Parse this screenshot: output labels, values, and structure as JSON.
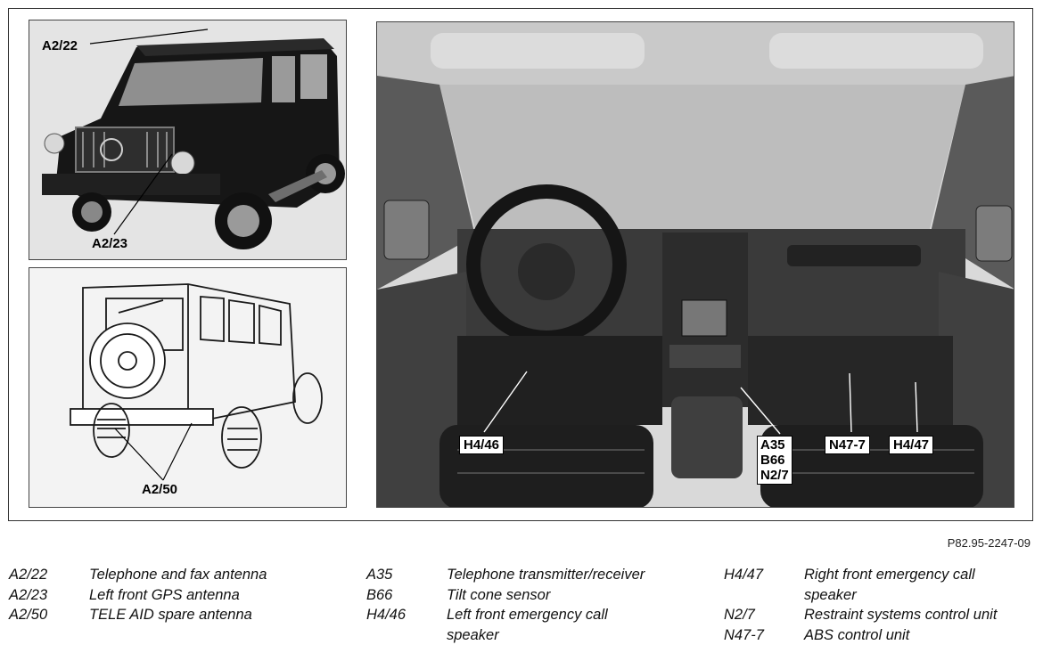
{
  "callouts": {
    "front_roof_antenna": "A2/22",
    "front_gps_antenna": "A2/23",
    "rear_spare_antenna": "A2/50",
    "interior_left_speaker": "H4/46",
    "interior_console": [
      "A35",
      "B66",
      "N2/7"
    ],
    "interior_abs": "N47-7",
    "interior_right_speaker": "H4/47"
  },
  "figure_reference": "P82.95-2247-09",
  "legend": {
    "columns": [
      [
        {
          "code": "A2/22",
          "lines": [
            "Telephone and fax antenna"
          ]
        },
        {
          "code": "A2/23",
          "lines": [
            "Left front GPS antenna"
          ]
        },
        {
          "code": "A2/50",
          "lines": [
            "TELE AID spare antenna"
          ]
        }
      ],
      [
        {
          "code": "A35",
          "lines": [
            "Telephone transmitter/receiver"
          ]
        },
        {
          "code": "B66",
          "lines": [
            "Tilt cone sensor"
          ]
        },
        {
          "code": "H4/46",
          "lines": [
            "Left front emergency call",
            "speaker"
          ]
        }
      ],
      [
        {
          "code": "H4/47",
          "lines": [
            "Right front emergency call",
            "speaker"
          ]
        },
        {
          "code": "N2/7",
          "lines": [
            "Restraint systems control unit"
          ]
        },
        {
          "code": "N47-7",
          "lines": [
            "ABS control unit"
          ]
        }
      ]
    ]
  }
}
